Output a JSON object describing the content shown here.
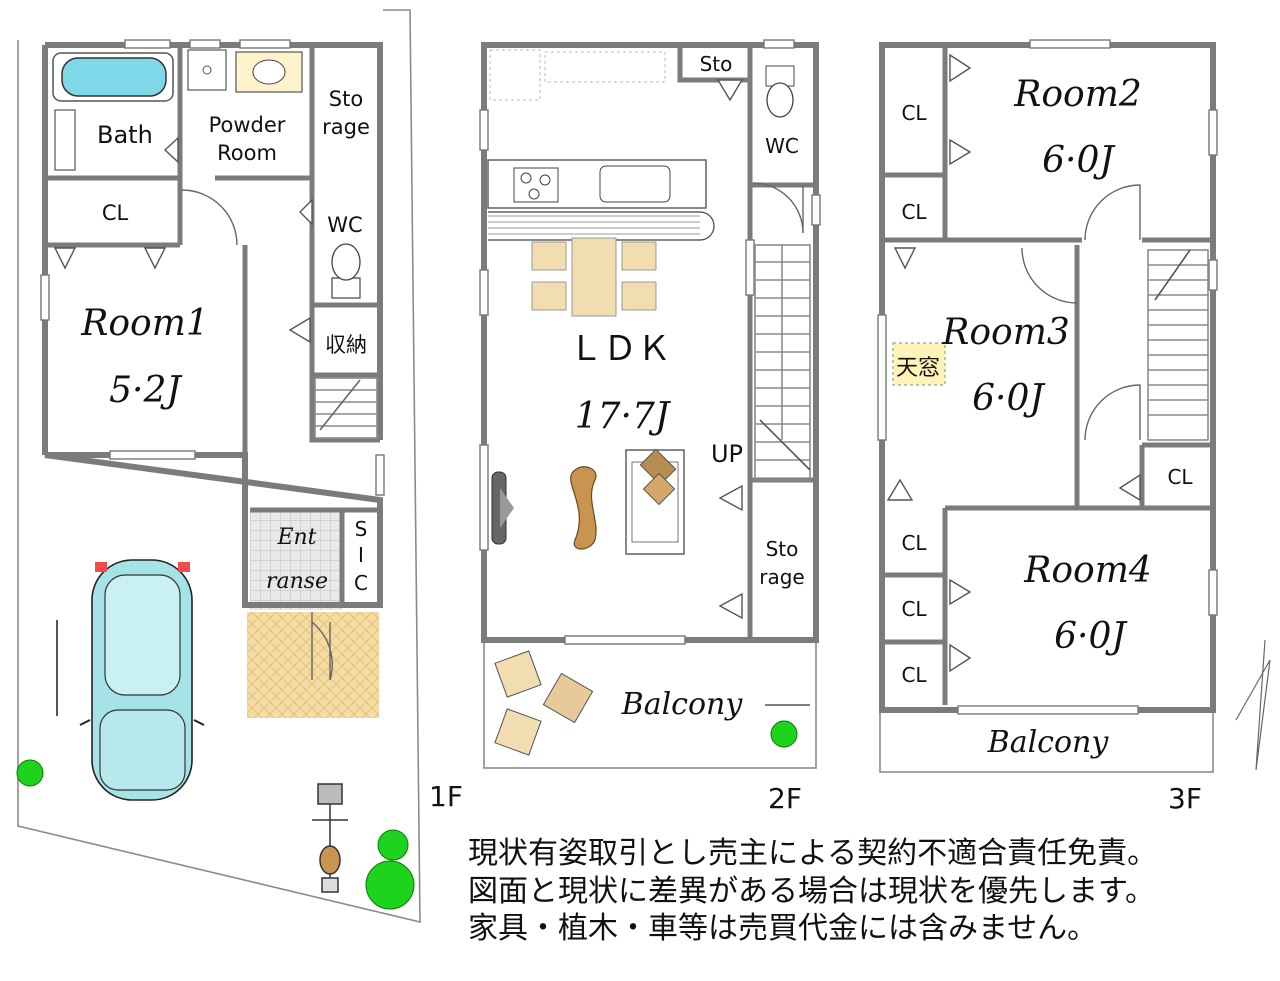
{
  "floors": {
    "f1": {
      "label": "1F",
      "rooms": {
        "bath": "Bath",
        "powder_1": "Powder",
        "powder_2": "Room",
        "storage_1": "Sto",
        "storage_2": "rage",
        "cl": "CL",
        "wc": "WC",
        "room1_name": "Room1",
        "room1_size": "5·2J",
        "shuno": "収納",
        "entrance_1": "Ent",
        "entrance_2": "ranse",
        "sic_1": "S",
        "sic_2": "I",
        "sic_3": "C"
      }
    },
    "f2": {
      "label": "2F",
      "rooms": {
        "sto": "Sto",
        "wc": "WC",
        "ldk_name": "ＬＤＫ",
        "ldk_size": "17·7J",
        "up": "UP",
        "storage_1": "Sto",
        "storage_2": "rage",
        "balcony": "Balcony"
      }
    },
    "f3": {
      "label": "3F",
      "rooms": {
        "cl_a": "CL",
        "cl_b": "CL",
        "room2_name": "Room2",
        "room2_size": "6·0J",
        "room3_name": "Room3",
        "room3_size": "6·0J",
        "skylight": "天窓",
        "cl_c": "CL",
        "cl_d": "CL",
        "cl_e": "CL",
        "cl_f": "CL",
        "room4_name": "Room4",
        "room4_size": "6·0J",
        "balcony": "Balcony"
      }
    }
  },
  "notes": [
    "現状有姿取引とし売主による契約不適合責任免責。",
    "図面と現状に差異がある場合は現状を優先します。",
    "家具・植木・車等は売買代金には含みません。"
  ],
  "colors": {
    "wall": "#7b7b7b",
    "bathtub": "#7fd8e8",
    "car": "#a6e3e6",
    "entrance_tile": "#e6e6e6",
    "porch": "#f3d9a0",
    "wood": "#c8944f",
    "chair": "#f1ddb0",
    "plant": "#1ed31e"
  }
}
